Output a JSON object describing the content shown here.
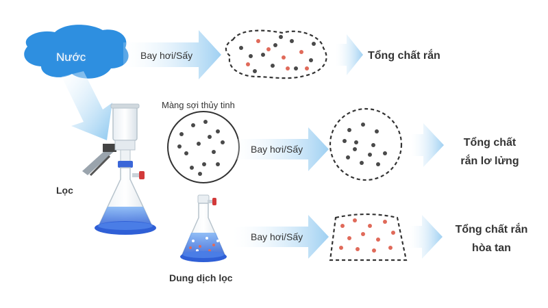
{
  "water": {
    "label": "Nước"
  },
  "steps": {
    "evaporate_top": "Bay hơi/Sấy",
    "evaporate_middle": "Bay hơi/Sấy",
    "evaporate_bottom": "Bay hơi/Sấy"
  },
  "results": {
    "total_solids": "Tổng chất rắn",
    "suspended_line1": "Tổng chất",
    "suspended_line2": "rắn lơ lửng",
    "dissolved_line1": "Tổng chất rắn",
    "dissolved_line2": "hòa tan"
  },
  "labels": {
    "filter": "Lọc",
    "glass_fiber": "Màng sợi thủy tinh",
    "filtrate": "Dung dịch lọc"
  },
  "colors": {
    "water": "#2e8fe0",
    "arrow": "#c6e3f7",
    "dark_particle": "#4a4a4a",
    "red_particle": "#e06a5a",
    "flask_base": "#2f5fd6"
  }
}
